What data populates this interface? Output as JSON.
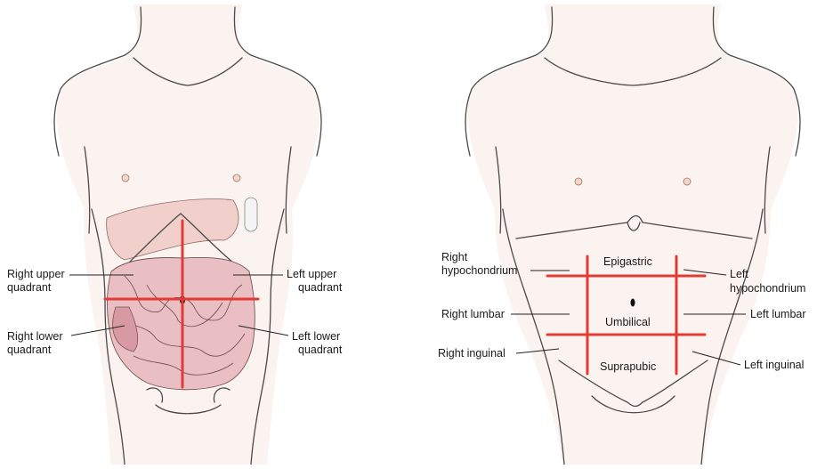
{
  "left_figure": {
    "labels": {
      "ruq": [
        "Right upper",
        "quadrant"
      ],
      "luq": [
        "Left upper",
        "quadrant"
      ],
      "rlq": [
        "Right lower",
        "quadrant"
      ],
      "llq": [
        "Left lower",
        "quadrant"
      ]
    }
  },
  "right_figure": {
    "labels": {
      "right_hypochondrium": [
        "Right",
        "hypochondrium"
      ],
      "left_hypochondrium": [
        "Left",
        "hypochondrium"
      ],
      "epigastric": "Epigastric",
      "right_lumbar": "Right lumbar",
      "umbilical": "Umbilical",
      "left_lumbar": "Left lumbar",
      "right_inguinal": "Right inguinal",
      "suprapubic": "Suprapubic",
      "left_inguinal": "Left inguinal"
    }
  },
  "colors": {
    "division_lines": "#e23a34",
    "skin": "#fbf3ef",
    "intestine": "#e9bfc4"
  }
}
